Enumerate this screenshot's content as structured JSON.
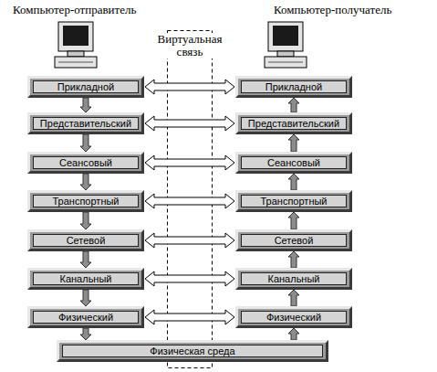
{
  "diagram": {
    "nodes": [
      {
        "text": [
          "Прикладной"
        ]
      },
      {
        "text": [
          "Представительский"
        ]
      },
      {
        "text": [
          "Сеансовый"
        ]
      },
      {
        "text": [
          "Транспортный"
        ]
      },
      {
        "text": [
          "Сетевой"
        ]
      },
      {
        "text": [
          "Канальный"
        ]
      },
      {
        "text": [
          "Физический"
        ]
      },
      {
        "text": [
          "Прикладной"
        ]
      },
      {
        "text": [
          "Представительский"
        ]
      },
      {
        "text": [
          "Сеансовый"
        ]
      },
      {
        "text": [
          "Транспортный"
        ]
      },
      {
        "text": [
          "Сетевой"
        ]
      },
      {
        "text": [
          "Канальный"
        ]
      },
      {
        "text": [
          "Физический"
        ]
      },
      {
        "text": [
          "Физическая среда"
        ]
      }
    ],
    "edges": [
      {
        "from": 0,
        "to": 1,
        "arrow": "to"
      },
      {
        "from": 1,
        "to": 2,
        "arrow": "to"
      },
      {
        "from": 2,
        "to": 3,
        "arrow": "to"
      },
      {
        "from": 3,
        "to": 4,
        "arrow": "to"
      },
      {
        "from": 4,
        "to": 5,
        "arrow": "to"
      },
      {
        "from": 5,
        "to": 6,
        "arrow": "to"
      },
      {
        "from": 6,
        "to": 14,
        "arrow": "to"
      },
      {
        "from": 14,
        "to": 13,
        "arrow": "to"
      },
      {
        "from": 13,
        "to": 12,
        "arrow": "to"
      },
      {
        "from": 12,
        "to": 11,
        "arrow": "to"
      },
      {
        "from": 11,
        "to": 10,
        "arrow": "to"
      },
      {
        "from": 10,
        "to": 9,
        "arrow": "to"
      },
      {
        "from": 9,
        "to": 8,
        "arrow": "to"
      },
      {
        "from": 8,
        "to": 7,
        "arrow": "to"
      },
      {
        "from": 0,
        "to": 7,
        "arrow": "both"
      },
      {
        "from": 1,
        "to": 8,
        "arrow": "both"
      },
      {
        "from": 2,
        "to": 9,
        "arrow": "both"
      },
      {
        "from": 3,
        "to": 10,
        "arrow": "both"
      },
      {
        "from": 4,
        "to": 11,
        "arrow": "both"
      },
      {
        "from": 5,
        "to": 12,
        "arrow": "both"
      },
      {
        "from": 6,
        "to": 13,
        "arrow": "both"
      }
    ],
    "labels": [
      "Компьютер-отправитель",
      "Компьютер-получатель",
      "Виртуальная связь"
    ]
  }
}
